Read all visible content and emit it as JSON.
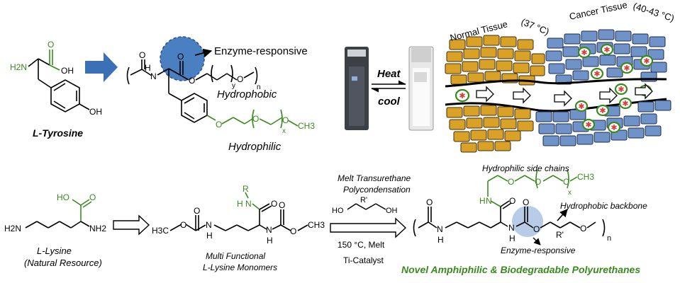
{
  "colors": {
    "green": "#3a8a1f",
    "blue_circle": "#4a7fc1",
    "blue_circle_light": "#b8cce8",
    "arrow_blue": "#3b6fb6",
    "gold_cell": "#d9a227",
    "blue_cell": "#6f93c9",
    "nucleus_red": "#e23a3a"
  },
  "top": {
    "tyrosine": {
      "caption": "L-Tyrosine",
      "nh2": "H2N",
      "o": "O",
      "oh": "OH",
      "phenol_oh": "OH"
    },
    "polymer": {
      "n_label": "N",
      "h_label": "H",
      "o_carbonyl": "O",
      "o_ester": "O",
      "o_ether": "O",
      "sub_y": "y",
      "sub_n": "n",
      "enzyme_label": "Enzyme-responsive",
      "hydrophobic_label": "Hydrophobic",
      "hydrophilic_label": "Hydrophilic",
      "peg_o1": "O",
      "peg_o2": "O",
      "peg_o3": "O",
      "peg_ch3": "CH3",
      "sub_x": "x"
    },
    "switch": {
      "heat_label": "Heat",
      "cool_label": "cool"
    },
    "tissue": {
      "normal_label": "Normal Tissue",
      "normal_temp": "(37 °C)",
      "cancer_label": "Cancer Tissue",
      "cancer_temp": "(40-43 °C)"
    }
  },
  "bottom": {
    "lysine": {
      "caption1": "L-Lysine",
      "caption2": "(Natural Resource)",
      "h2n": "H2N",
      "nh2": "NH2",
      "ho": "HO",
      "o": "O"
    },
    "monomer": {
      "caption1": "Multi Functional",
      "caption2": "L-Lysine Monomers",
      "h3c": "H3C",
      "ch3": "CH3",
      "r": "R",
      "n": "N",
      "h": "H",
      "o": "O"
    },
    "conditions": {
      "top1": "Melt Transurethane",
      "top2": "Polycondensation",
      "ho1": "HO",
      "r_prime": "R'",
      "oh": "OH",
      "temp": "150 °C, Melt",
      "catalyst": "Ti-Catalyst"
    },
    "product": {
      "side_chain_label": "Hydrophilic side chains",
      "backbone_label": "Hydrophobic backbone",
      "enzyme_label": "Enzyme-responsive",
      "ch3": "CH3",
      "sub_x": "x",
      "sub_n": "n",
      "r_prime": "R'",
      "o": "O",
      "n": "N",
      "h": "H"
    },
    "footer": "Novel Amphiphilic & Biodegradable Polyurethanes"
  }
}
